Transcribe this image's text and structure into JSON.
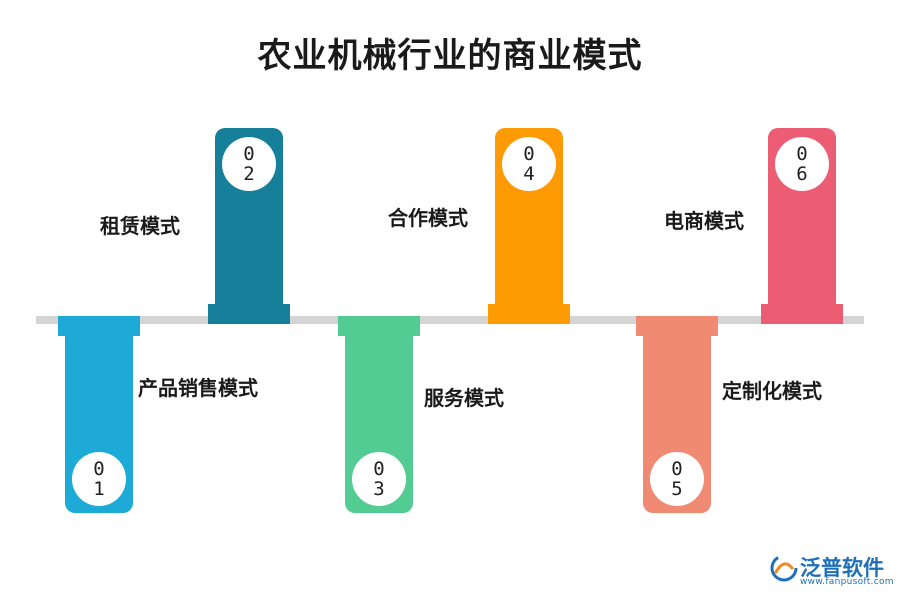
{
  "title": "农业机械行业的商业模式",
  "items": [
    {
      "num_top": "0",
      "num_bottom": "1",
      "label": "产品销售模式",
      "color": "#1eaad6"
    },
    {
      "num_top": "0",
      "num_bottom": "2",
      "label": "租赁模式",
      "color": "#167f9a"
    },
    {
      "num_top": "0",
      "num_bottom": "3",
      "label": "服务模式",
      "color": "#52cc93"
    },
    {
      "num_top": "0",
      "num_bottom": "4",
      "label": "合作模式",
      "color": "#fe9a03"
    },
    {
      "num_top": "0",
      "num_bottom": "5",
      "label": "定制化模式",
      "color": "#f08a72"
    },
    {
      "num_top": "0",
      "num_bottom": "6",
      "label": "电商模式",
      "color": "#ec5d74"
    }
  ],
  "logo": {
    "name": "泛普软件",
    "url": "www.fanpusoft.com"
  },
  "axis_color": "#d4d4d4"
}
